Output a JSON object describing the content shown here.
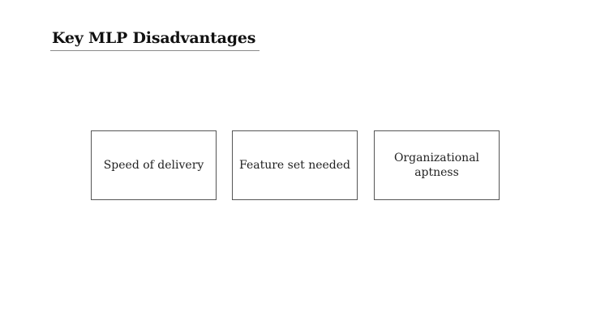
{
  "slide": {
    "title": "Key MLP Disadvantages",
    "boxes": [
      {
        "label": "Speed of delivery"
      },
      {
        "label": "Feature set needed"
      },
      {
        "label": "Organizational aptness"
      }
    ]
  }
}
